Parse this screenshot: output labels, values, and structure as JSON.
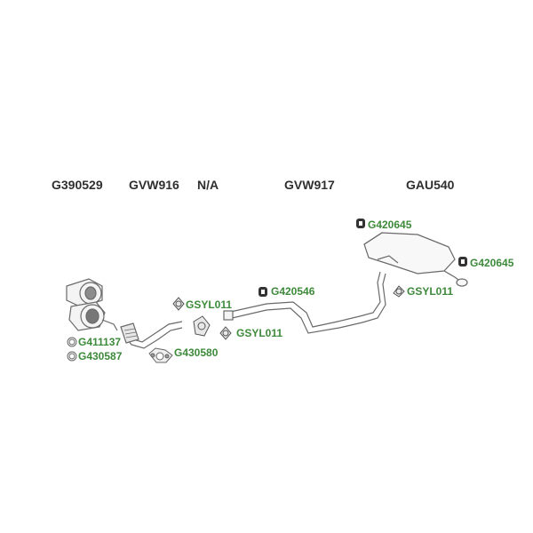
{
  "sections": [
    {
      "id": "cat",
      "code": "G390529"
    },
    {
      "id": "front-pipe",
      "code": "GVW916"
    },
    {
      "id": "na",
      "code": "N/A"
    },
    {
      "id": "middle-pipe",
      "code": "GVW917"
    },
    {
      "id": "rear-silencer",
      "code": "GAU540"
    }
  ],
  "parts": [
    {
      "id": "rubber-mount-top",
      "code": "G420645",
      "icon": "rubber-mount-icon"
    },
    {
      "id": "rubber-mount-right",
      "code": "G420645",
      "icon": "rubber-mount-icon"
    },
    {
      "id": "rubber-mount-middle",
      "code": "G420546",
      "icon": "rubber-mount-icon"
    },
    {
      "id": "clamp-rear",
      "code": "GSYL011",
      "icon": "clamp-icon"
    },
    {
      "id": "clamp-front-upper",
      "code": "GSYL011",
      "icon": "clamp-icon"
    },
    {
      "id": "clamp-front-lower",
      "code": "GSYL011",
      "icon": "clamp-icon"
    },
    {
      "id": "ring-1",
      "code": "G411137",
      "icon": "sealing-ring-icon"
    },
    {
      "id": "ring-2",
      "code": "G430587",
      "icon": "sealing-ring-icon"
    },
    {
      "id": "gasket",
      "code": "G430580",
      "icon": "flange-gasket-icon"
    }
  ],
  "colors": {
    "section_text": "#2f2f2f",
    "part_text": "#3d8a3a",
    "line": "#6a6a6a"
  }
}
